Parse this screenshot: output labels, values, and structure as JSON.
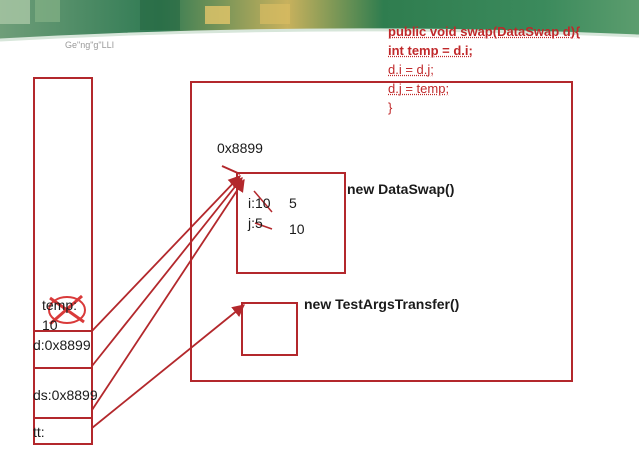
{
  "header": {
    "faded_caption": "Ge\"ng\"g\"LLI"
  },
  "code": {
    "lines": [
      "public void swap(DataSwap d){",
      "int temp = d.i;",
      "d.i = d.j;",
      "d.j = temp;",
      "}"
    ]
  },
  "stack": {
    "temp_label": "temp:",
    "temp_value": "10",
    "d_label": "d:0x8899",
    "ds_label": "ds:0x8899",
    "tt_label": "tt:"
  },
  "heap": {
    "address_label": "0x8899",
    "dataswap_label": "new DataSwap()",
    "field_i": "i:10",
    "field_j": "j:5",
    "new_i": "5",
    "new_j": "10",
    "testargs_label": "new TestArgsTransfer()"
  },
  "colors": {
    "line": "#b3282c",
    "code_text": "#c0282a",
    "banner_green": "#2e7d4f",
    "banner_gold": "#d8b45a"
  }
}
